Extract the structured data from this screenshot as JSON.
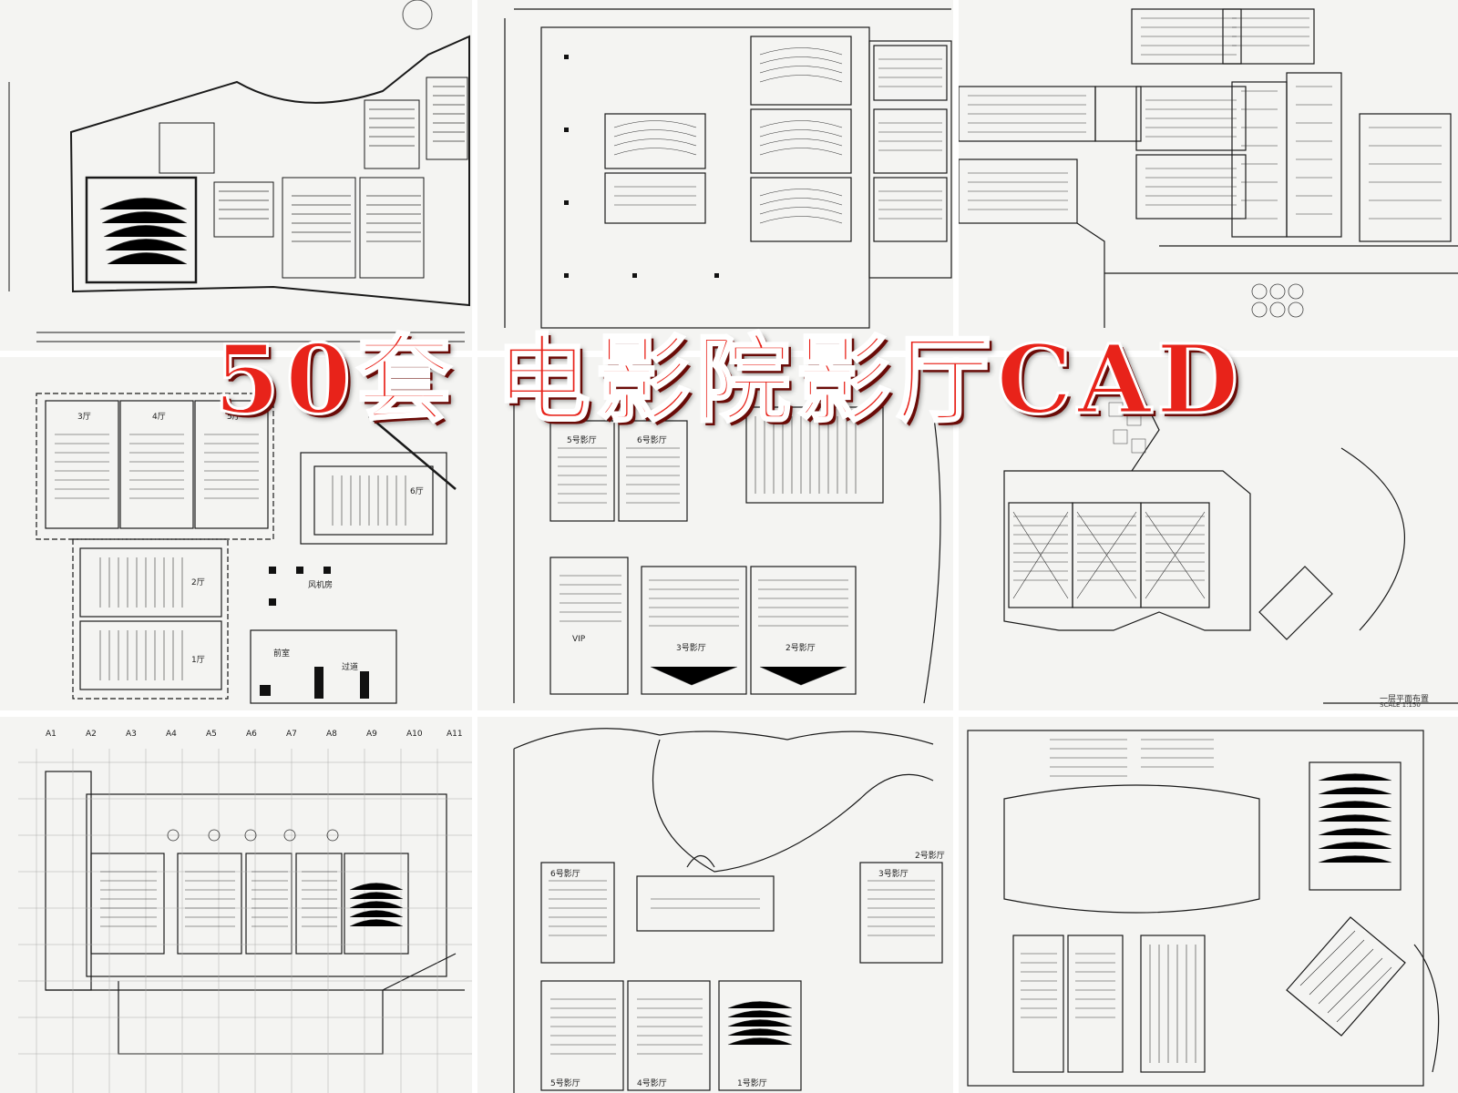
{
  "banner": {
    "title": "50套 电影院影厅CAD"
  },
  "colors": {
    "banner_fill": "#e8231a",
    "banner_shadow": "#6a0b07",
    "panel_bg": "#f4f4f2",
    "line": "#1a1a1a"
  },
  "panels": [
    {
      "labels": []
    },
    {
      "labels": []
    },
    {
      "labels": []
    },
    {
      "labels": [
        "3厅",
        "4厅",
        "5厅",
        "6厅",
        "2厅",
        "1厅",
        "风机房",
        "前室",
        "过道"
      ]
    },
    {
      "labels": [
        "5号影厅",
        "6号影厅",
        "VIP",
        "3号影厅",
        "2号影厅"
      ]
    },
    {
      "labels": [
        "一层平面布置",
        "SCALE 1:150"
      ]
    },
    {
      "labels": [
        "A1",
        "A2",
        "A3",
        "A4",
        "A5",
        "A6",
        "A7",
        "A8",
        "A9",
        "A10",
        "A11"
      ]
    },
    {
      "labels": [
        "6号影厅",
        "5号影厅",
        "4号影厅",
        "3号影厅",
        "2号影厅",
        "1号影厅"
      ]
    },
    {
      "labels": []
    }
  ]
}
